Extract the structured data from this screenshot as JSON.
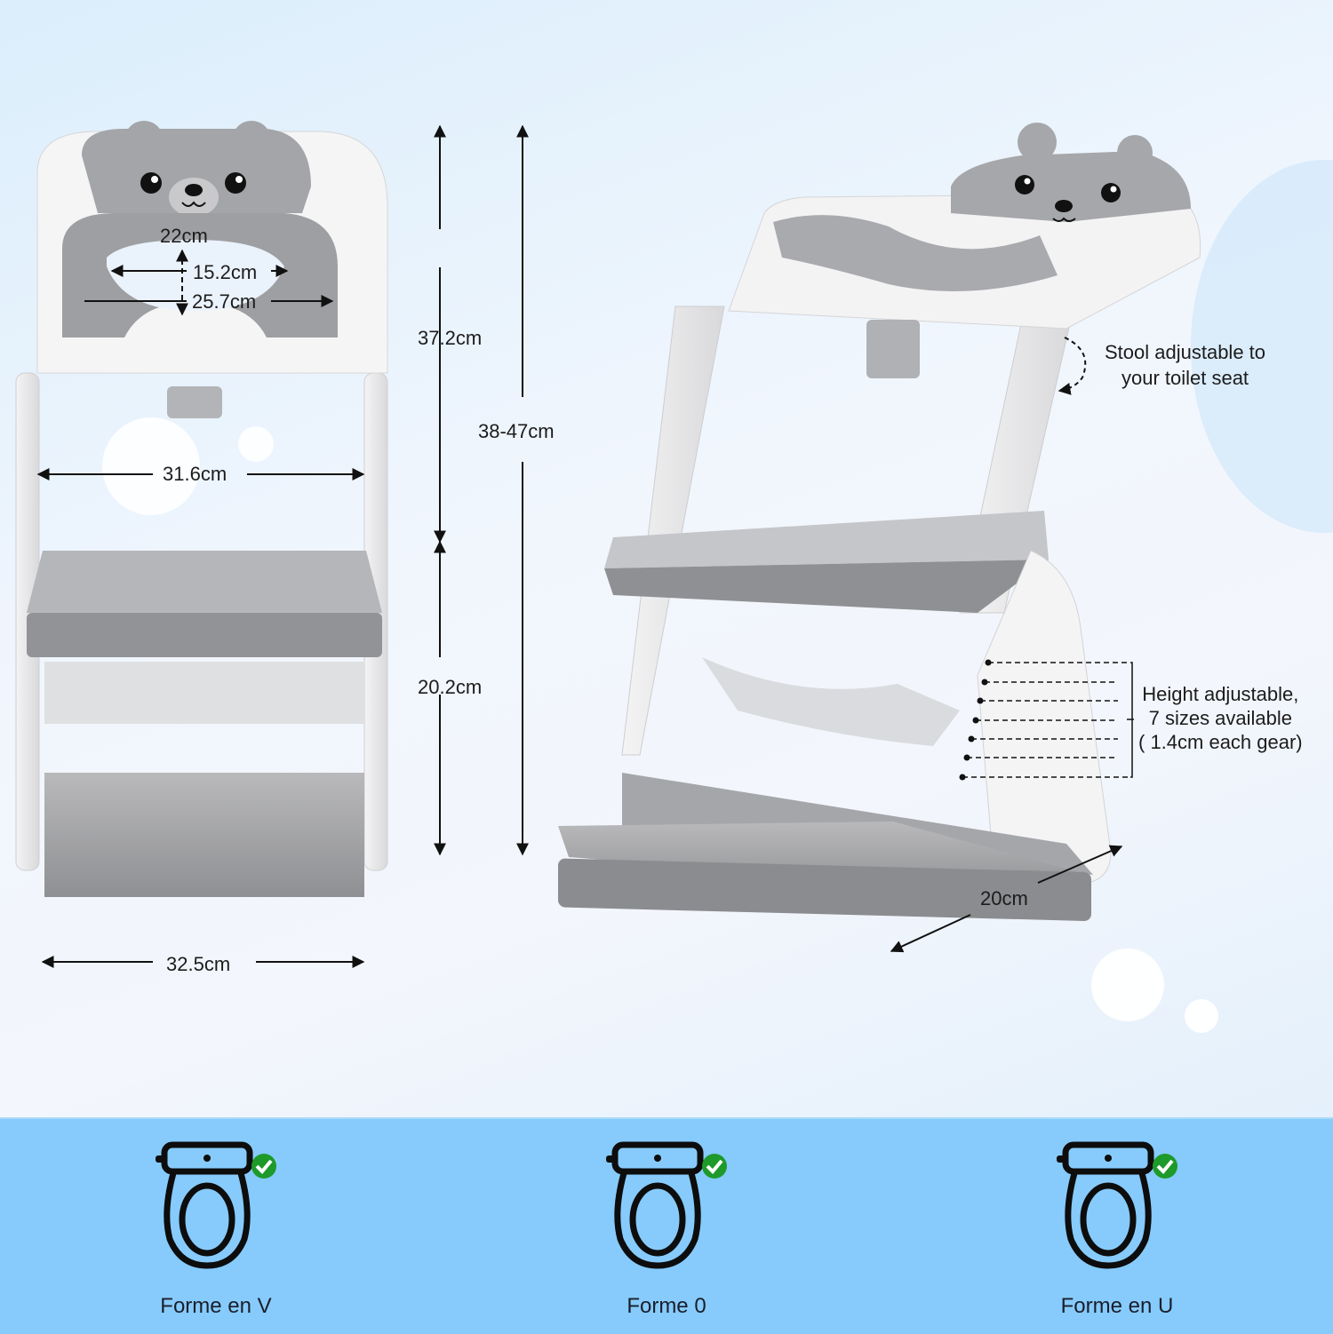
{
  "front_view": {
    "seat_outer_height": "22cm",
    "seat_hole_width": "15.2cm",
    "seat_outer_width": "25.7cm",
    "frame_inner_width": "31.6cm",
    "base_width": "32.5cm"
  },
  "vertical_dimensions": {
    "upper_height": "37.2cm",
    "lower_height": "20.2cm",
    "total_adjustable_height": "38-47cm"
  },
  "side_view": {
    "depth": "20cm",
    "seat_callout": "Stool adjustable to your toilet seat",
    "seat_callout_lines": [
      "Stool adjustable to",
      "your toilet seat"
    ],
    "height_callout_lines": [
      "Height adjustable,",
      "7 sizes available",
      "( 1.4cm each gear)"
    ],
    "height_positions": 7
  },
  "compatibility": {
    "background_color": "#86cbfc",
    "check_color": "#1e9a2a",
    "shapes": [
      {
        "label": "Forme en V",
        "icon": "toilet-icon",
        "compatible": true
      },
      {
        "label": "Forme 0",
        "icon": "toilet-icon",
        "compatible": true
      },
      {
        "label": "Forme en U",
        "icon": "toilet-icon",
        "compatible": true
      }
    ]
  }
}
